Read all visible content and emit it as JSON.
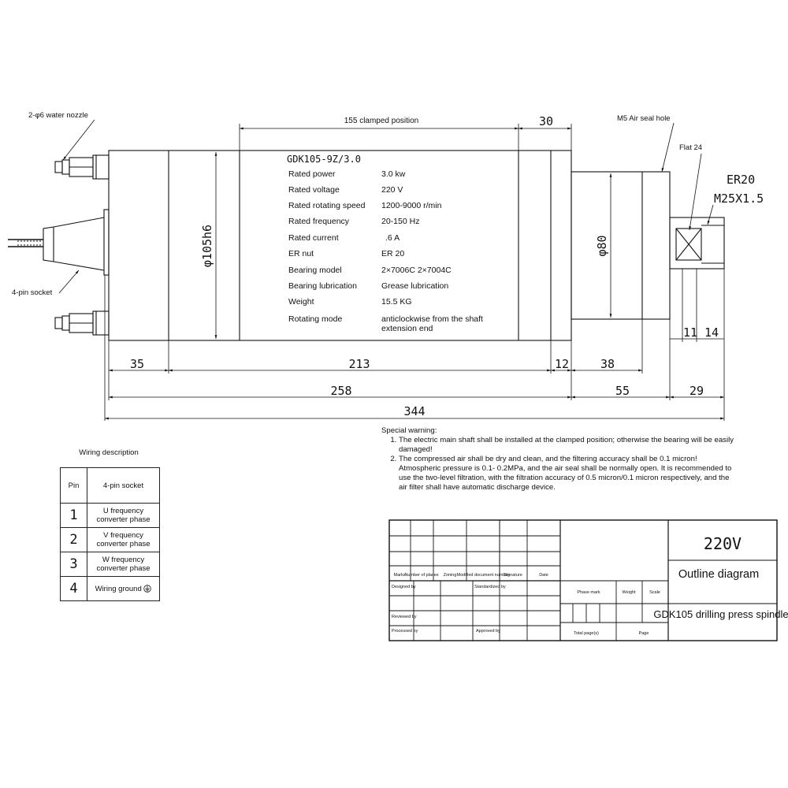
{
  "callouts": {
    "water_nozzle": "2-φ6 water nozzle",
    "socket": "4-pin socket",
    "air_seal": "M5 Air seal hole",
    "flat": "Flat 24",
    "er_nut": "ER20",
    "thread": "M25X1.5"
  },
  "dimensions": {
    "clamped": "155 clamped position",
    "d30": "30",
    "body_dia": "φ105h6",
    "nose_dia": "φ80",
    "d35": "35",
    "d213": "213",
    "d12": "12",
    "d38": "38",
    "d258": "258",
    "d55": "55",
    "d29": "29",
    "d344": "344",
    "d11": "11",
    "d14": "14"
  },
  "nameplate": {
    "model": "GDK105-9Z/3.0",
    "specs": [
      {
        "label": "Rated power",
        "value": "3.0 kw"
      },
      {
        "label": "Rated voltage",
        "value": "220 V"
      },
      {
        "label": "Rated rotating speed",
        "value": "1200-9000 r/min"
      },
      {
        "label": "Rated frequency",
        "value": "20-150 Hz"
      },
      {
        "label": "Rated current",
        "value": ".6 A"
      },
      {
        "label": "ER nut",
        "value": "ER 20"
      },
      {
        "label": "Bearing model",
        "value": "2×7006C 2×7004C"
      },
      {
        "label": "Bearing lubrication",
        "value": "Grease lubrication"
      },
      {
        "label": "Weight",
        "value": "15.5 KG"
      },
      {
        "label": "Rotating mode",
        "value": "anticlockwise from the shaft",
        "value2": "extension end"
      }
    ]
  },
  "warning": {
    "title": "Special warning:",
    "items": [
      "The electric main shaft shall be installed at the clamped position; otherwise the bearing will be easily damaged!",
      "The compressed air shall be dry and clean, and the filtering accuracy shall be 0.1 micron! Atmospheric pressure is 0.1- 0.2MPa, and the air seal shall be normally open. It is recommended to use the two-level filtration, with the filtration accuracy of 0.5 micron/0.1 micron respectively, and the air filter shall have automatic discharge device."
    ]
  },
  "wiring": {
    "title": "Wiring description",
    "headers": [
      "Pin",
      "4-pin socket"
    ],
    "rows": [
      {
        "pin": "1",
        "desc": "U frequency converter phase"
      },
      {
        "pin": "2",
        "desc": "V frequency converter phase"
      },
      {
        "pin": "3",
        "desc": "W frequency converter phase"
      },
      {
        "pin": "4",
        "desc": "Wiring ground",
        "icon": "ground-icon"
      }
    ]
  },
  "title_block": {
    "voltage": "220V",
    "doc_type": "Outline diagram",
    "product": "GDK105 drilling press spindle",
    "marks": "Marks",
    "number_of_places": "Number of places",
    "zoning": "Zoning",
    "modified_doc": "Modified document number",
    "signature": "Signature",
    "date": "Date",
    "designed_by": "Designed by",
    "standardized_by": "Standardized by",
    "reviewed_by": "Reviewed by",
    "processed_by": "Processed by",
    "approved_by": "Approved by",
    "phase_mark": "Phase mark",
    "weight": "Weight",
    "scale": "Scale",
    "total_pages": "Total page(s)",
    "page": "Page"
  }
}
